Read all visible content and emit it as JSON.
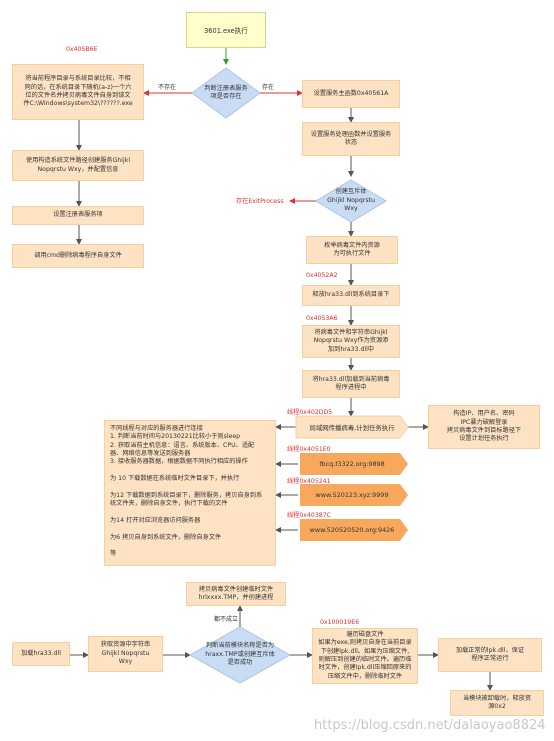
{
  "start": "3601.exe执行",
  "d1": "判断注册表服务\n项是否存在",
  "d1_no": "不存在",
  "d1_yes": "存在",
  "left_addr": "0x405B6E",
  "left1": "将当前程序目录与系统目录比较，不相\n同的话，在系统目录下随机(a-z)一个六\n位的文件名并拷贝病毒文件自身到该文\n件C:\\Windows\\system32\\??????.exe",
  "left2": "使用构造系统文件路径创建服务Ghijkl\nNopqrstu Wxy，并配置信息",
  "left3": "设置注册表服务项",
  "left4": "调用cmd删除病毒程序自身文件",
  "r1": "设置服务主函数0x40561A",
  "r2": "设置服务处理函数并设置服务\n状态",
  "d2": "创建互斥体\nGhijkl Nopqrstu\nWxy",
  "d2_exit": "存在ExitProcess",
  "r3": "枚举病毒文件内资源\n为可执行文件",
  "a1": "0x4052A2",
  "r4": "释放hra33.dll到系统目录下",
  "a2": "0x4053A6",
  "r5": "将病毒文件和字符串Ghijkl\nNopqrstu Wxy作为资源添\n加到hra33.dll中",
  "r6": "将hra33.dll加载到当前病毒\n程序进程中",
  "a3": "线程0x402DD5",
  "r7": "局域网传播病毒,计划任务执行",
  "rr1": "构造IP、用户名、密码\nIPC暴力破解登录\n拷贝病毒文件到目标路径下\n设置计划任务执行",
  "a4": "线程0x4051E0",
  "p1": "fbcq.f3322.org:9898",
  "a5": "线程0x405241",
  "p2": "www.520123.xyz:9999",
  "a6": "线程0x40387C",
  "p3": "www.520520520.org:9426",
  "bigbox": "不同线程与对应的服务器进行连接\n1. 判断当前时间与20130221比较小于则sleep\n2. 获取当前主机信息：语言、系统版本、CPU、适配\n器、网络信息等发送到服务器\n3. 接收服务器数据，根据数据不同执行相应的操作\n\n为 10 下载数据在系统临时文件目录下，并执行\n\n为12 下载数据到系统目录下，删除服务，拷贝自身到系\n统文件夹，删除自身文件，执行下载的文件\n\n为14 打开对应浏览器访问服务器\n\n为6 拷贝自身到系统文件，删除自身文件\n\n等",
  "b_left": "加载hra33.dll",
  "b2": "获取资源中字符串\nGhijkl Nopqrstu\nWxy",
  "d3": "判断当前模块名称是否为\nhraxx.TMP或创建互斥体\n是否成功",
  "d3_no": "都不成立",
  "top_copy": "拷贝病毒文件创建临时文件\nhrlxxxx.TMP，并创建进程",
  "a7": "0x100019E6",
  "b3": "遍历磁盘文件\n如果为exe,则拷贝自身在当前目录\n下创建lpk.dll。如果为压缩文件,\n则解压到创建的临时文件。遍历临\n时文件，创建lpk.dll压缩回原来的\n压缩文件中，删除临时文件",
  "b4": "加载正常的lpk.dll，保证\n程序正常运行",
  "b5": "当模块被卸载时，释放资\n源0x2",
  "watermark": "https://blog.csdn.net/dalaoyao8824"
}
